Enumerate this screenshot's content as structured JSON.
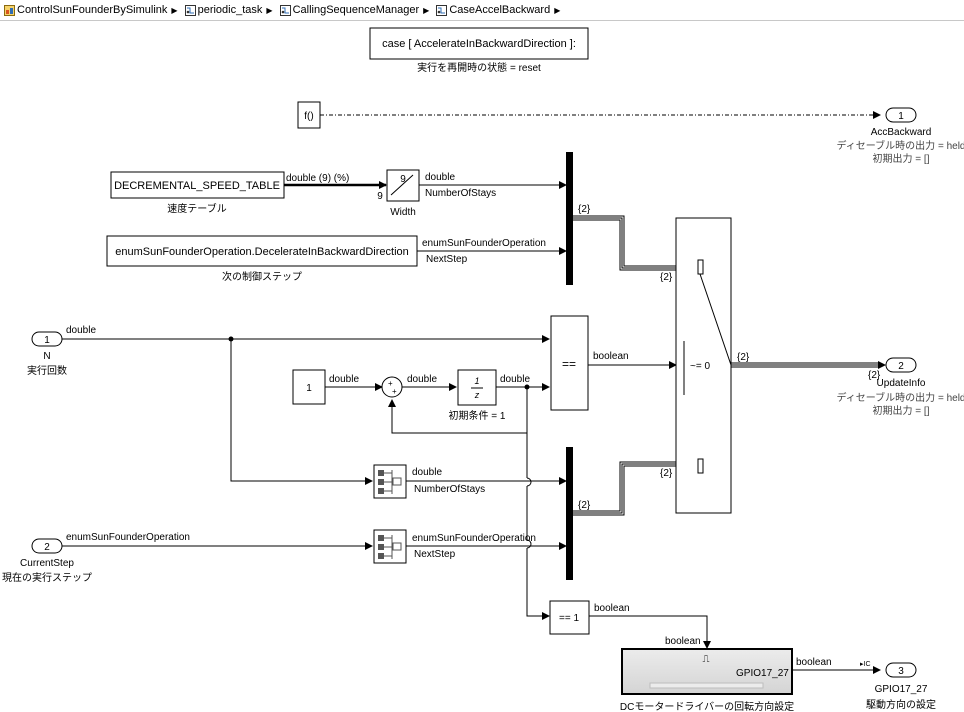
{
  "breadcrumb": {
    "items": [
      {
        "label": "ControlSunFounderBySimulink",
        "icon": "model-icon"
      },
      {
        "label": "periodic_task",
        "icon": "subsystem-icon"
      },
      {
        "label": "CallingSequenceManager",
        "icon": "subsystem-icon"
      },
      {
        "label": "CaseAccelBackward",
        "icon": "subsystem-icon"
      }
    ]
  },
  "case_block": {
    "label": "case [ AccelerateInBackwardDirection ]:",
    "caption": "実行を再開時の状態 = reset"
  },
  "function_block": {
    "label": "f()"
  },
  "outports": [
    {
      "number": "1",
      "name": "AccBackward",
      "note1": "ディセーブル時の出力 = held",
      "note2": "初期出力 = []"
    },
    {
      "number": "2",
      "name": "UpdateInfo",
      "note1": "ディセーブル時の出力 = held",
      "note2": "初期出力 = []"
    },
    {
      "number": "3",
      "name": "GPIO17_27",
      "note1": "駆動方向の設定"
    }
  ],
  "inports": [
    {
      "number": "1",
      "name": "N",
      "caption": "実行回数",
      "signal": "double"
    },
    {
      "number": "2",
      "name": "CurrentStep",
      "caption": "現在の実行ステップ",
      "signal": "enumSunFounderOperation"
    }
  ],
  "constants": {
    "speed_table": {
      "label": "DECREMENTAL_SPEED_TABLE",
      "caption": "速度テーブル",
      "signal": "double (9) (%)"
    },
    "operation": {
      "label": "enumSunFounderOperation.DecelerateInBackwardDirection",
      "caption": "次の制御ステップ"
    },
    "one": {
      "label": "1",
      "signal": "double"
    }
  },
  "width_block": {
    "label": "Width",
    "top_num": "9",
    "side_num": "9",
    "out_signal": "double",
    "out_name": "NumberOfStays"
  },
  "signals": {
    "next_step_type": "enumSunFounderOperation",
    "next_step_name": "NextStep",
    "bus2": "{2}",
    "double": "double",
    "boolean": "boolean",
    "number_of_stays": "NumberOfStays",
    "enum_type": "enumSunFounderOperation",
    "next_step": "NextStep"
  },
  "sum_block": {
    "signs": "+ +"
  },
  "delay_block": {
    "num": "1",
    "den": "z",
    "caption": "初期条件 = 1"
  },
  "equal_block": {
    "label": "=="
  },
  "eq1_block": {
    "label": "== 1"
  },
  "switch_block": {
    "label": "~= 0"
  },
  "gpio_block": {
    "label": "GPIO17_27",
    "caption": "DCモータードライバーの回転方向設定",
    "trigger": "⎍"
  }
}
